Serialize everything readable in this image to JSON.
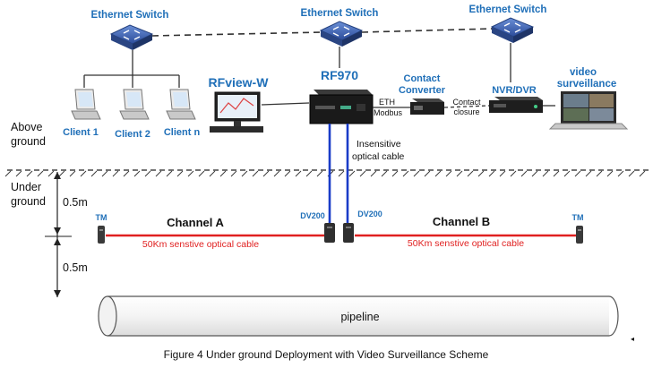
{
  "switches": {
    "left": "Ethernet Switch",
    "middle": "Ethernet Switch",
    "right": "Ethernet Switch"
  },
  "clients": [
    "Client 1",
    "Client 2",
    "Client n"
  ],
  "rfview": "RFview-W",
  "rf970": "RF970",
  "converter": {
    "line1": "Contact",
    "line2": "Converter"
  },
  "eth_label": {
    "line1": "ETH",
    "line2": "Modbus"
  },
  "contact_closure": {
    "line1": "Contact",
    "line2": "closure"
  },
  "nvr": "NVR/DVR",
  "video": {
    "line1": "video",
    "line2": "surveillance"
  },
  "above_ground": {
    "line1": "Above",
    "line2": "ground"
  },
  "under_ground": {
    "line1": "Under",
    "line2": "ground"
  },
  "insensitive_cable": {
    "line1": "Insensitive",
    "line2": "optical cable"
  },
  "depth_1": "0.5m",
  "depth_2": "0.5m",
  "tm_left": "TM",
  "tm_right": "TM",
  "dv200_left": "DV200",
  "dv200_right": "DV200",
  "channel_a": "Channel A",
  "channel_b": "Channel B",
  "cable_a": "50Km senstive optical cable",
  "cable_b": "50Km senstive optical cable",
  "pipeline": "pipeline",
  "caption": "Figure 4 Under ground Deployment with Video Surveillance Scheme",
  "colors": {
    "label_blue": "#1f6fb8",
    "cable_red": "#e02020",
    "fiber_blue": "#1a3cc8"
  }
}
